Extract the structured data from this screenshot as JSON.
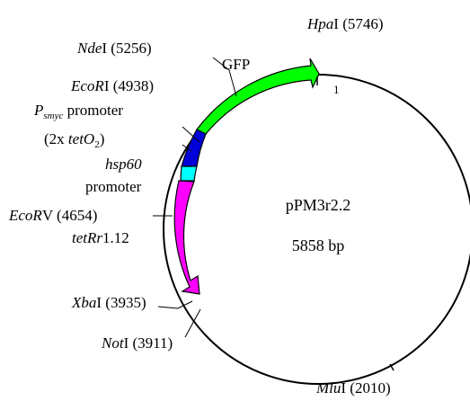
{
  "plasmid": {
    "name": "pPM3r2.2",
    "size": "5858 bp",
    "origin_mark": "1"
  },
  "features": [
    {
      "id": "gfp",
      "label": "GFP",
      "color": "#00ff00"
    },
    {
      "id": "psmyc",
      "color": "#0000d8"
    },
    {
      "id": "hsp60",
      "color": "#00ffff"
    },
    {
      "id": "tetr",
      "color": "#ff00ff"
    }
  ],
  "labels": {
    "hpai": {
      "enzyme": "Hpa",
      "suffix": "I (5746)"
    },
    "ndei": {
      "enzyme": "Nde",
      "suffix": "I (5256)"
    },
    "ecori": {
      "enzyme": "EcoR",
      "suffix": "I (4938)"
    },
    "psmyc": {
      "p": "P",
      "sub": "smyc",
      "rest": " promoter"
    },
    "tetO2": {
      "pre": "(2x ",
      "tet": "tetO",
      "sub": "2",
      "post": ")"
    },
    "hsp60": {
      "text": "hsp60"
    },
    "hsp60_promoter": {
      "text": "promoter"
    },
    "ecorv": {
      "enzyme": "EcoR",
      "suffix": "V (4654)"
    },
    "tetr": {
      "gene": "tetRr",
      "suffix": "1.12"
    },
    "xbai": {
      "enzyme": "Xba",
      "suffix": "I (3935)"
    },
    "noti": {
      "enzyme": "Not",
      "suffix": "I (3911)"
    },
    "mlui": {
      "enzyme": "Mlu",
      "suffix": "I (2010)"
    }
  }
}
